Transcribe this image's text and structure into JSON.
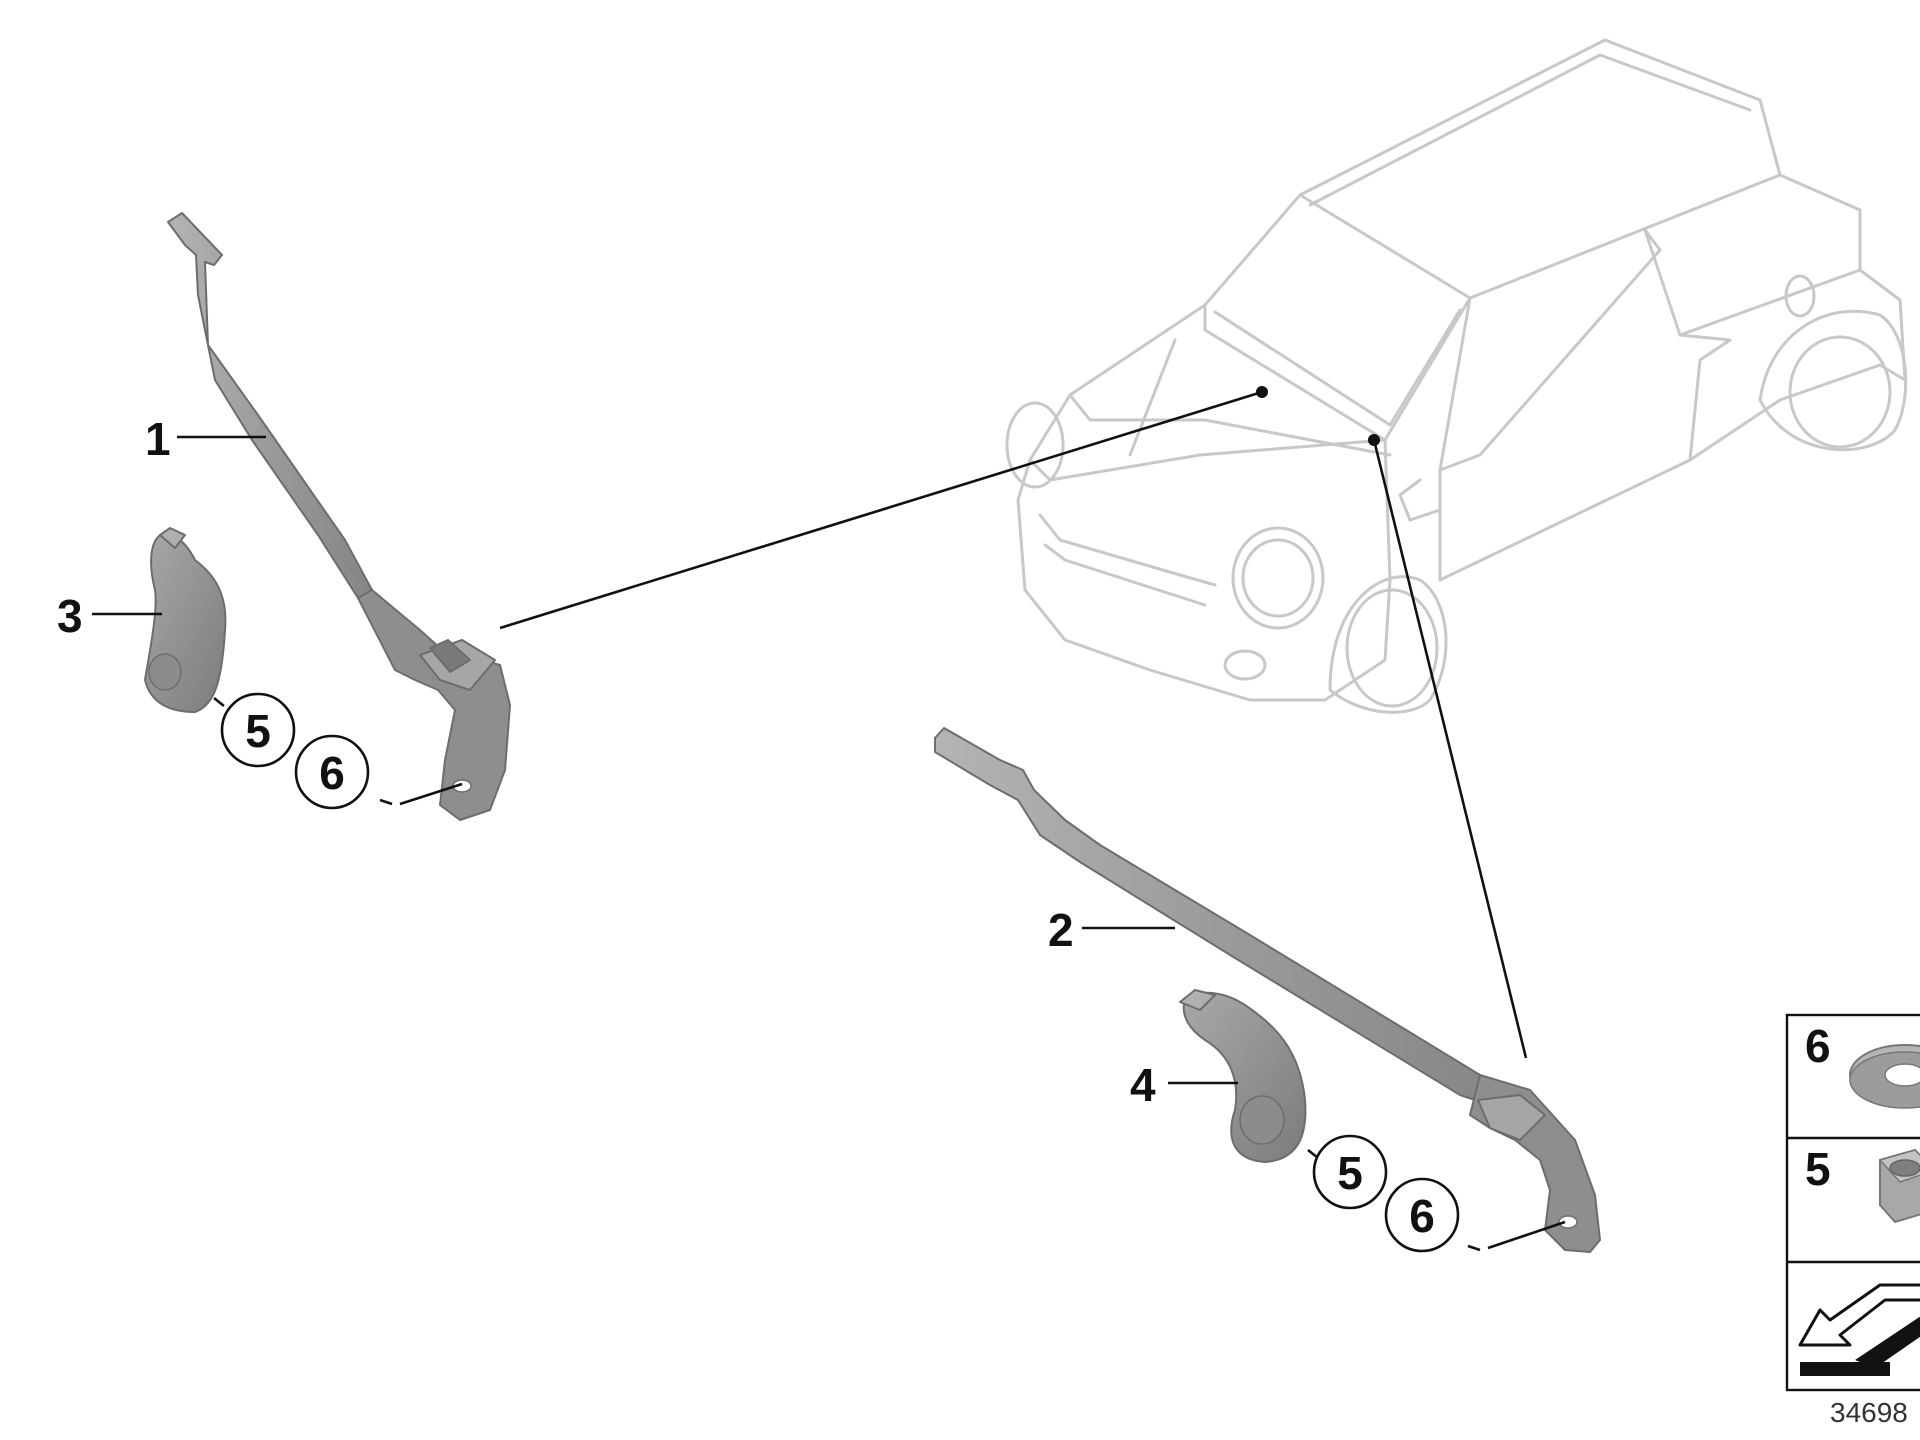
{
  "callouts": {
    "c1": "1",
    "c2": "2",
    "c3": "3",
    "c4": "4",
    "c5a": "5",
    "c6a": "6",
    "c5b": "5",
    "c6b": "6"
  },
  "legend": {
    "item6": "6",
    "item5": "5"
  },
  "diagram_id": "34698",
  "colors": {
    "part_fill": "#9a9a9a",
    "part_dark": "#7a7a7a",
    "car_outline": "#c8c8c8",
    "line": "#111111"
  }
}
